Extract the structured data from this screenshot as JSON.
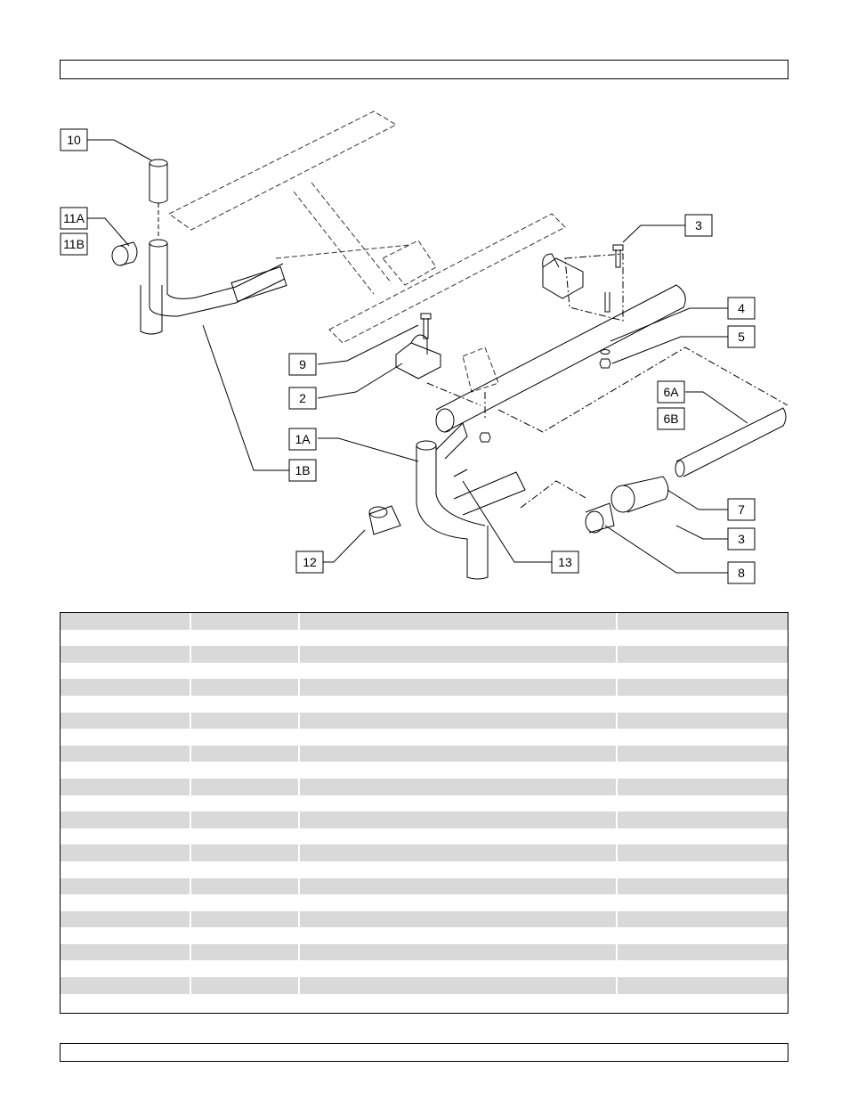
{
  "header": {
    "text": ""
  },
  "footer": {
    "text": ""
  },
  "callouts": [
    "10",
    "11A",
    "11B",
    "3",
    "4",
    "5",
    "9",
    "2",
    "6A",
    "6B",
    "1A",
    "1B",
    "7",
    "3",
    "12",
    "13",
    "8"
  ],
  "table": {
    "rows": [
      [
        "",
        "",
        "",
        ""
      ],
      [
        "",
        "",
        "",
        ""
      ],
      [
        "",
        "",
        "",
        ""
      ],
      [
        "",
        "",
        "",
        ""
      ],
      [
        "",
        "",
        "",
        ""
      ],
      [
        "",
        "",
        "",
        ""
      ],
      [
        "",
        "",
        "",
        ""
      ],
      [
        "",
        "",
        "",
        ""
      ],
      [
        "",
        "",
        "",
        ""
      ],
      [
        "",
        "",
        "",
        ""
      ],
      [
        "",
        "",
        "",
        ""
      ],
      [
        "",
        "",
        "",
        ""
      ],
      [
        "",
        "",
        "",
        ""
      ],
      [
        "",
        "",
        "",
        ""
      ],
      [
        "",
        "",
        "",
        ""
      ],
      [
        "",
        "",
        "",
        ""
      ],
      [
        "",
        "",
        "",
        ""
      ],
      [
        "",
        "",
        "",
        ""
      ],
      [
        "",
        "",
        "",
        ""
      ],
      [
        "",
        "",
        "",
        ""
      ],
      [
        "",
        "",
        "",
        ""
      ],
      [
        "",
        "",
        "",
        ""
      ],
      [
        "",
        "",
        "",
        ""
      ],
      [
        "",
        "",
        "",
        ""
      ]
    ]
  }
}
